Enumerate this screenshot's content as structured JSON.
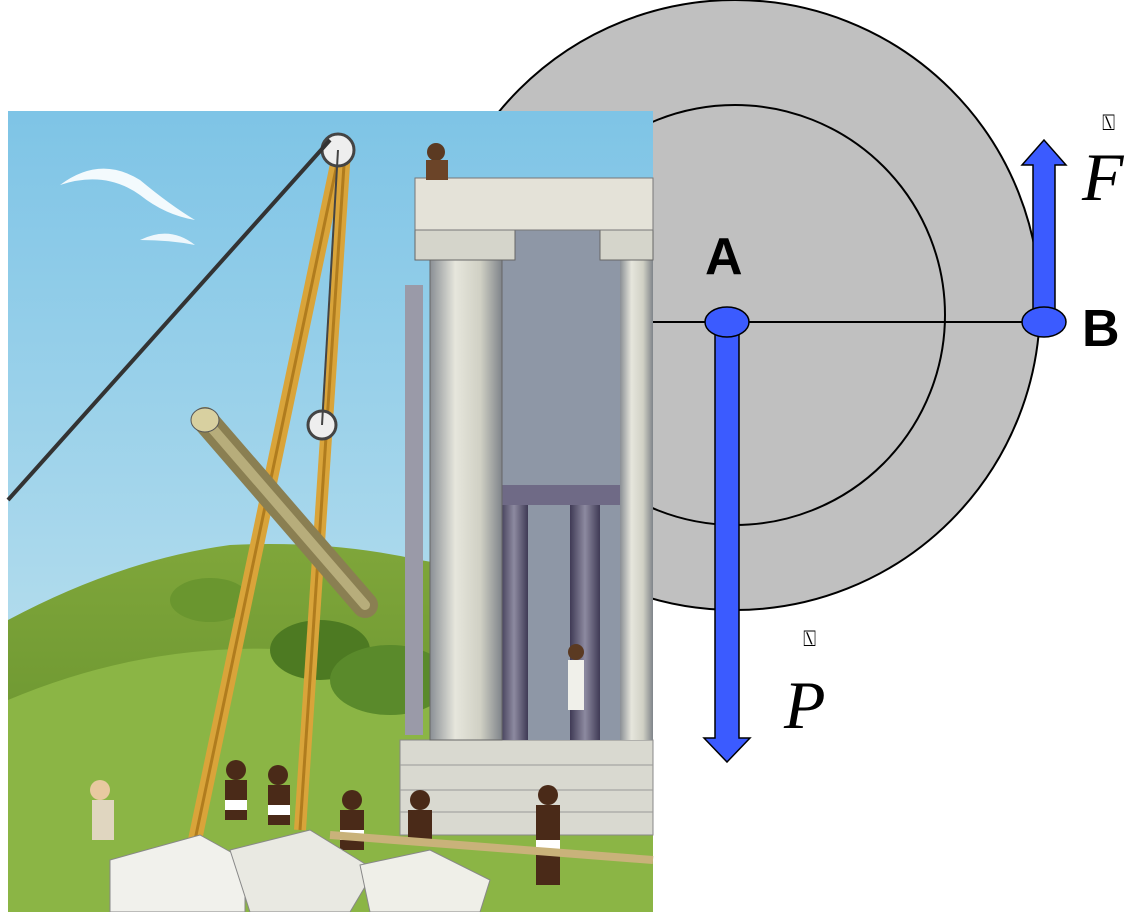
{
  "diagram": {
    "point_a_label": "A",
    "point_b_label": "B",
    "force_f_label": "F",
    "force_p_label": "P",
    "vector_mark": "⍂",
    "colors": {
      "wheel_fill": "#c0c0c0",
      "arrow_fill": "#3b5bff",
      "outline": "#000000"
    }
  },
  "illustration": {
    "subject": "ancient-crane-lifting-stone-at-temple-construction"
  }
}
